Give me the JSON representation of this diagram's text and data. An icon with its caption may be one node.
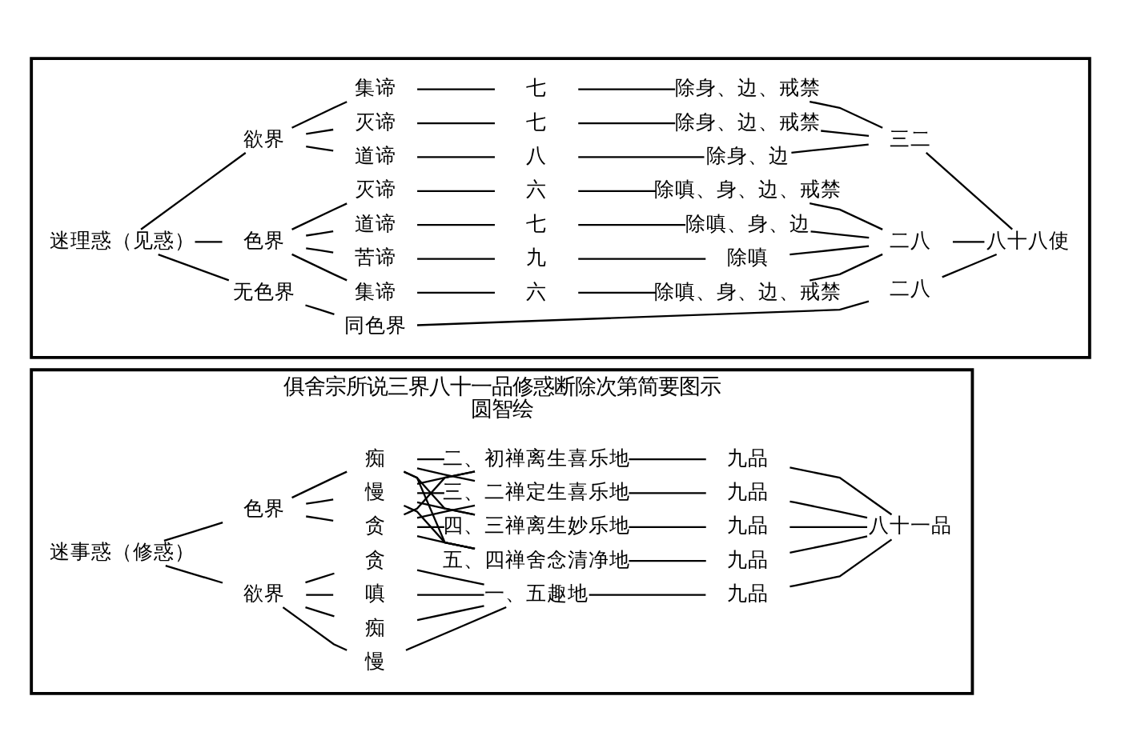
{
  "diagram": {
    "nodes": [
      {
        "text": [],
        "shape": "box"
      },
      {
        "text": [
          "迷理惑（见惑）"
        ],
        "in": 0
      },
      {
        "text": [
          "欲界"
        ],
        "in": 0
      },
      {
        "text": [
          "集谛"
        ],
        "in": 0
      },
      {
        "text": [
          "七"
        ],
        "in": 0
      },
      {
        "text": [
          "除身、边、戒禁"
        ],
        "in": 0
      },
      {
        "text": [
          "灭谛"
        ],
        "in": 0
      },
      {
        "text": [
          "七"
        ],
        "in": 0
      },
      {
        "text": [
          "除身、边、戒禁"
        ],
        "in": 0
      },
      {
        "text": [
          "道谛"
        ],
        "in": 0
      },
      {
        "text": [
          "八"
        ],
        "in": 0
      },
      {
        "text": [
          "除身、边"
        ],
        "in": 0
      },
      {
        "text": [
          "三二"
        ],
        "in": 0
      },
      {
        "text": [
          "色界"
        ],
        "in": 0
      },
      {
        "text": [
          "苦谛"
        ],
        "in": 0
      },
      {
        "text": [
          "九"
        ],
        "in": 0
      },
      {
        "text": [
          "除嗔"
        ],
        "in": 0
      },
      {
        "text": [
          "集谛"
        ],
        "in": 0
      },
      {
        "text": [
          "六"
        ],
        "in": 0
      },
      {
        "text": [
          "除嗔、身、边、戒禁"
        ],
        "in": 0
      },
      {
        "text": [
          "灭谛"
        ],
        "in": 0
      },
      {
        "text": [
          "六"
        ],
        "in": 0
      },
      {
        "text": [
          "除嗔、身、边、戒禁"
        ],
        "in": 0
      },
      {
        "text": [
          "道谛"
        ],
        "in": 0
      },
      {
        "text": [
          "七"
        ],
        "in": 0
      },
      {
        "text": [
          "除嗔、身、边"
        ],
        "in": 0
      },
      {
        "text": [
          "二八"
        ],
        "in": 0
      },
      {
        "text": [
          "无色界"
        ],
        "in": 0
      },
      {
        "text": [
          "同色界"
        ],
        "in": 0
      },
      {
        "text": [
          "二八"
        ],
        "in": 0
      },
      {
        "text": [
          "八十八使"
        ],
        "in": 0
      },
      {
        "text": [
          "俱舍宗所说三界八十一品修惑断除次第简要图示",
          "圆智绘"
        ]
      },
      {
        "text": [
          "迷事惑（修惑）"
        ],
        "in": 31
      },
      {
        "text": [
          "欲界"
        ],
        "in": 31
      },
      {
        "text": [
          "贪"
        ],
        "in": 31
      },
      {
        "text": [
          "嗔"
        ],
        "in": 31
      },
      {
        "text": [
          "痴"
        ],
        "in": 31
      },
      {
        "text": [
          "慢"
        ],
        "in": 31
      },
      {
        "text": [
          "一、五趣地"
        ],
        "in": 31
      },
      {
        "text": [
          "九品"
        ],
        "in": 31
      },
      {
        "text": [
          "色界"
        ],
        "in": 31
      },
      {
        "text": [
          "贪"
        ],
        "in": 31
      },
      {
        "text": [
          "痴"
        ],
        "in": 31
      },
      {
        "text": [
          "慢"
        ],
        "in": 31
      },
      {
        "text": [
          "二、初禅离生喜乐地"
        ],
        "in": 31
      },
      {
        "text": [
          "九品"
        ],
        "in": 31
      },
      {
        "text": [
          "三、二禅定生喜乐地"
        ],
        "in": 31
      },
      {
        "text": [
          "九品"
        ],
        "in": 31
      },
      {
        "text": [
          "四、三禅离生妙乐地"
        ],
        "in": 31
      },
      {
        "text": [
          "九品"
        ],
        "in": 31
      },
      {
        "text": [
          "五、四禅舍念清净地"
        ],
        "in": 31
      },
      {
        "text": [
          "九品"
        ],
        "in": 31
      },
      {
        "text": [
          "八十一品"
        ],
        "in": 31
      }
    ],
    "edges": [
      {
        "from": 1,
        "to": 2,
        "arrow": "none"
      },
      {
        "from": 1,
        "to": 13,
        "arrow": "none"
      },
      {
        "from": 1,
        "to": 27,
        "arrow": "none"
      },
      {
        "from": 2,
        "to": 3,
        "arrow": "none"
      },
      {
        "from": 3,
        "to": 4,
        "arrow": "none"
      },
      {
        "from": 4,
        "to": 5,
        "arrow": "none"
      },
      {
        "from": 5,
        "to": 12,
        "arrow": "none"
      },
      {
        "from": 2,
        "to": 6,
        "arrow": "none"
      },
      {
        "from": 6,
        "to": 7,
        "arrow": "none"
      },
      {
        "from": 7,
        "to": 8,
        "arrow": "none"
      },
      {
        "from": 8,
        "to": 12,
        "arrow": "none"
      },
      {
        "from": 2,
        "to": 9,
        "arrow": "none"
      },
      {
        "from": 9,
        "to": 10,
        "arrow": "none"
      },
      {
        "from": 10,
        "to": 11,
        "arrow": "none"
      },
      {
        "from": 11,
        "to": 12,
        "arrow": "none"
      },
      {
        "from": 13,
        "to": 14,
        "arrow": "none"
      },
      {
        "from": 14,
        "to": 15,
        "arrow": "none"
      },
      {
        "from": 15,
        "to": 16,
        "arrow": "none"
      },
      {
        "from": 16,
        "to": 26,
        "arrow": "none"
      },
      {
        "from": 13,
        "to": 17,
        "arrow": "none"
      },
      {
        "from": 17,
        "to": 18,
        "arrow": "none"
      },
      {
        "from": 18,
        "to": 19,
        "arrow": "none"
      },
      {
        "from": 19,
        "to": 26,
        "arrow": "none"
      },
      {
        "from": 13,
        "to": 20,
        "arrow": "none"
      },
      {
        "from": 20,
        "to": 21,
        "arrow": "none"
      },
      {
        "from": 21,
        "to": 22,
        "arrow": "none"
      },
      {
        "from": 22,
        "to": 26,
        "arrow": "none"
      },
      {
        "from": 13,
        "to": 23,
        "arrow": "none"
      },
      {
        "from": 23,
        "to": 24,
        "arrow": "none"
      },
      {
        "from": 24,
        "to": 25,
        "arrow": "none"
      },
      {
        "from": 25,
        "to": 26,
        "arrow": "none"
      },
      {
        "from": 27,
        "to": 28,
        "arrow": "none"
      },
      {
        "from": 28,
        "to": 29,
        "arrow": "none"
      },
      {
        "from": 12,
        "to": 30,
        "arrow": "none"
      },
      {
        "from": 26,
        "to": 30,
        "arrow": "none"
      },
      {
        "from": 29,
        "to": 30,
        "arrow": "none"
      },
      {
        "from": 32,
        "to": 33,
        "arrow": "none"
      },
      {
        "from": 32,
        "to": 40,
        "arrow": "none"
      },
      {
        "from": 33,
        "to": 34,
        "arrow": "none"
      },
      {
        "from": 33,
        "to": 35,
        "arrow": "none"
      },
      {
        "from": 33,
        "to": 36,
        "arrow": "none"
      },
      {
        "from": 33,
        "to": 37,
        "arrow": "none"
      },
      {
        "from": 34,
        "to": 38,
        "arrow": "none"
      },
      {
        "from": 35,
        "to": 38,
        "arrow": "none"
      },
      {
        "from": 36,
        "to": 38,
        "arrow": "none"
      },
      {
        "from": 37,
        "to": 38,
        "arrow": "none"
      },
      {
        "from": 38,
        "to": 39,
        "arrow": "none"
      },
      {
        "from": 40,
        "to": 41,
        "arrow": "none"
      },
      {
        "from": 40,
        "to": 42,
        "arrow": "none"
      },
      {
        "from": 40,
        "to": 43,
        "arrow": "none"
      },
      {
        "from": 41,
        "to": 44,
        "arrow": "none"
      },
      {
        "from": 42,
        "to": 44,
        "arrow": "none"
      },
      {
        "from": 43,
        "to": 44,
        "arrow": "none"
      },
      {
        "from": 41,
        "to": 46,
        "arrow": "none"
      },
      {
        "from": 42,
        "to": 46,
        "arrow": "none"
      },
      {
        "from": 43,
        "to": 46,
        "arrow": "none"
      },
      {
        "from": 41,
        "to": 48,
        "arrow": "none"
      },
      {
        "from": 42,
        "to": 48,
        "arrow": "none"
      },
      {
        "from": 43,
        "to": 48,
        "arrow": "none"
      },
      {
        "from": 41,
        "to": 50,
        "arrow": "none"
      },
      {
        "from": 42,
        "to": 50,
        "arrow": "none"
      },
      {
        "from": 43,
        "to": 50,
        "arrow": "none"
      },
      {
        "from": 44,
        "to": 45,
        "arrow": "none"
      },
      {
        "from": 46,
        "to": 47,
        "arrow": "none"
      },
      {
        "from": 48,
        "to": 49,
        "arrow": "none"
      },
      {
        "from": 50,
        "to": 51,
        "arrow": "none"
      },
      {
        "from": 39,
        "to": 52,
        "arrow": "none"
      },
      {
        "from": 45,
        "to": 52,
        "arrow": "none"
      },
      {
        "from": 47,
        "to": 52,
        "arrow": "none"
      },
      {
        "from": 49,
        "to": 52,
        "arrow": "none"
      },
      {
        "from": 51,
        "to": 52,
        "arrow": "none"
      }
    ]
  }
}
